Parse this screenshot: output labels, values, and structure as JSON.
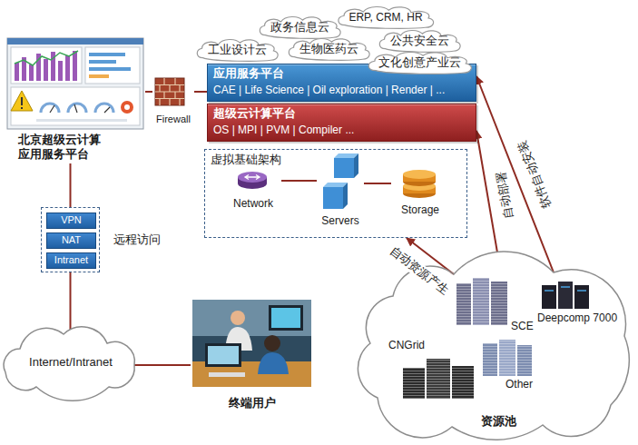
{
  "diagram": {
    "nodes": [
      {
        "text": [
          "北京超级云计算 应用服务平台"
        ]
      },
      {
        "text": [
          "Firewall"
        ]
      },
      {
        "text": [
          "ERP, CRM, HR"
        ]
      },
      {
        "text": [
          "政务信息云"
        ]
      },
      {
        "text": [
          "工业设计云"
        ]
      },
      {
        "text": [
          "生物医药云"
        ]
      },
      {
        "text": [
          "公共安全云"
        ]
      },
      {
        "text": [
          "文化创意产业云"
        ]
      },
      {
        "text": [
          "应用服务平台",
          "CAE | Life Science | Oil exploration | Render | ..."
        ]
      },
      {
        "text": [
          "超级云计算平台",
          "OS | MPI | PVM | Compiler ..."
        ]
      },
      {
        "text": [
          "虚拟基础架构"
        ]
      },
      {
        "text": [
          "Network"
        ],
        "in": 10
      },
      {
        "text": [
          "Servers"
        ],
        "in": 10
      },
      {
        "text": [
          "Storage"
        ],
        "in": 10
      },
      {
        "text": [
          "远程访问"
        ]
      },
      {
        "text": [
          "VPN"
        ],
        "in": 14
      },
      {
        "text": [
          "NAT"
        ],
        "in": 14
      },
      {
        "text": [
          "Intranet"
        ],
        "in": 14
      },
      {
        "text": [
          "Internet/Intranet"
        ]
      },
      {
        "text": [
          "终端用户"
        ]
      },
      {
        "text": [
          "资源池"
        ]
      },
      {
        "text": [
          "SCE"
        ],
        "in": 20
      },
      {
        "text": [
          "Deepcomp 7000"
        ],
        "in": 20
      },
      {
        "text": [
          "CNGrid"
        ],
        "in": 20
      },
      {
        "text": [
          "Other"
        ],
        "in": 20
      }
    ],
    "edges": [
      {
        "from": 0,
        "to": 1,
        "arrow": "none"
      },
      {
        "from": 1,
        "to": 8,
        "arrow": "none"
      },
      {
        "from": 11,
        "to": 12,
        "arrow": "none"
      },
      {
        "from": 12,
        "to": 13,
        "arrow": "none"
      },
      {
        "from": 0,
        "to": 14,
        "arrow": "none"
      },
      {
        "from": 14,
        "to": 18,
        "arrow": "none"
      },
      {
        "from": 18,
        "to": 19,
        "arrow": "none"
      },
      {
        "from": 20,
        "to": 10,
        "label": "自动资源产生",
        "arrow": "to"
      },
      {
        "from": 20,
        "to": 9,
        "label": "自动部署",
        "arrow": "to"
      },
      {
        "from": 20,
        "to": 8,
        "label": "软件自动安装",
        "arrow": "to"
      }
    ]
  }
}
